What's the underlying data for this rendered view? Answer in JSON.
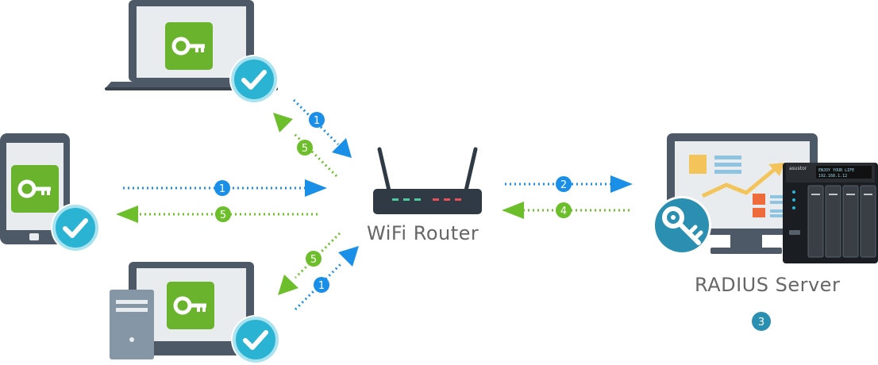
{
  "labels": {
    "router": "WiFi Router",
    "server": "RADIUS Server",
    "server_step": "3"
  },
  "steps": {
    "top_request": "1",
    "top_response": "5",
    "mid_request": "1",
    "mid_response": "5",
    "bottom_request": "1",
    "bottom_response": "5",
    "server_request": "2",
    "server_response": "4"
  },
  "colors": {
    "request": "#1a8fe8",
    "response": "#6cbf2a",
    "device": "#4d5966",
    "key_bg": "#6ab42d",
    "check": "#2bb3d4",
    "server_step": "#2a8fb0"
  },
  "server_screen_text": {
    "brand": "asustor",
    "line1": "ENJOY YOUR LIFE",
    "line2": "192.168.1.12"
  },
  "icons": {
    "laptop": "laptop-icon",
    "tablet": "tablet-icon",
    "desktop": "desktop-computer-icon",
    "router": "wifi-router-icon",
    "server": "radius-server-icon",
    "key": "key-icon",
    "check": "checkmark-icon"
  }
}
